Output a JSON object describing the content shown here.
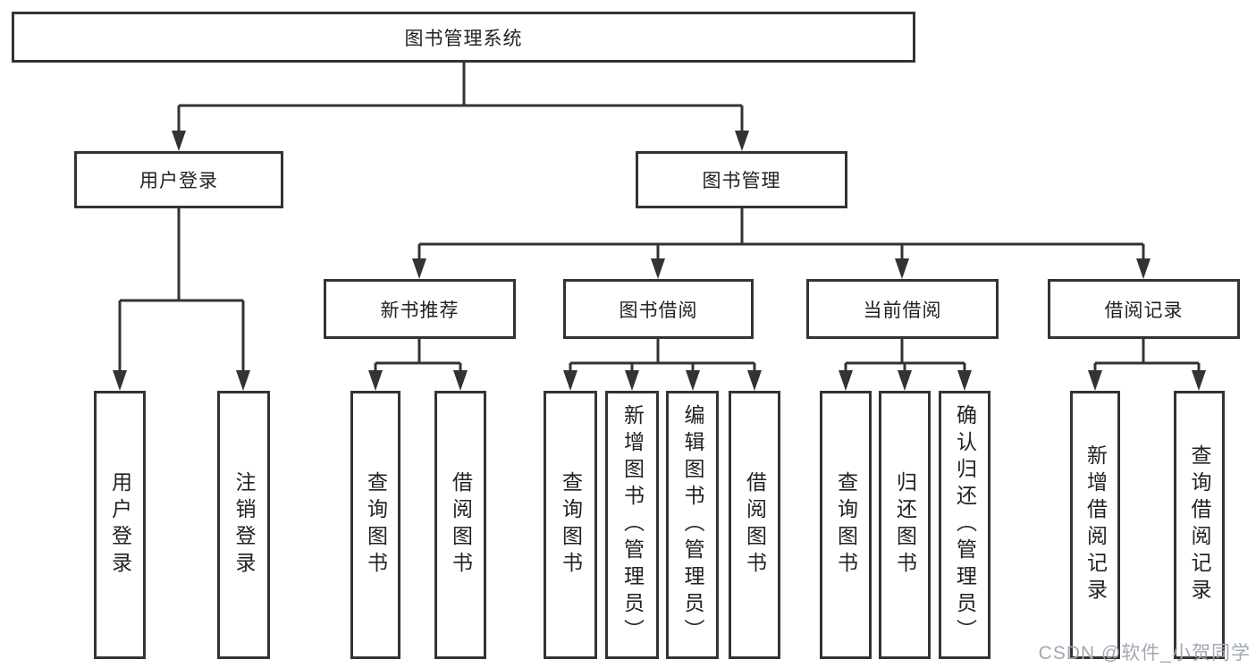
{
  "nodes": {
    "root": "图书管理系统",
    "user_login": "用户登录",
    "book_mgmt": "图书管理",
    "new_book": "新书推荐",
    "book_borrow": "图书借阅",
    "current_borrow": "当前借阅",
    "borrow_record": "借阅记录",
    "leaf_user_login": "用户登录",
    "leaf_logout": "注销登录",
    "leaf_nb_query": "查询图书",
    "leaf_nb_borrow": "借阅图书",
    "leaf_bb_query": "查询图书",
    "leaf_bb_add": "新增图书（管理员）",
    "leaf_bb_edit": "编辑图书（管理员）",
    "leaf_bb_borrow": "借阅图书",
    "leaf_cb_query": "查询图书",
    "leaf_cb_return": "归还图书",
    "leaf_cb_confirm": "确认归还（管理员）",
    "leaf_br_add": "新增借阅记录",
    "leaf_br_query": "查询借阅记录"
  },
  "structure": {
    "图书管理系统": [
      "用户登录",
      "图书管理"
    ],
    "用户登录": [
      "用户登录",
      "注销登录"
    ],
    "图书管理": [
      "新书推荐",
      "图书借阅",
      "当前借阅",
      "借阅记录"
    ],
    "新书推荐": [
      "查询图书",
      "借阅图书"
    ],
    "图书借阅": [
      "查询图书",
      "新增图书（管理员）",
      "编辑图书（管理员）",
      "借阅图书"
    ],
    "当前借阅": [
      "查询图书",
      "归还图书",
      "确认归还（管理员）"
    ],
    "借阅记录": [
      "新增借阅记录",
      "查询借阅记录"
    ]
  },
  "colors": {
    "line": "#333333",
    "box_border": "#333333",
    "text": "#222222",
    "background": "#ffffff",
    "watermark": "#a2a8b2"
  },
  "watermark": "CSDN @软件_小贺同学"
}
